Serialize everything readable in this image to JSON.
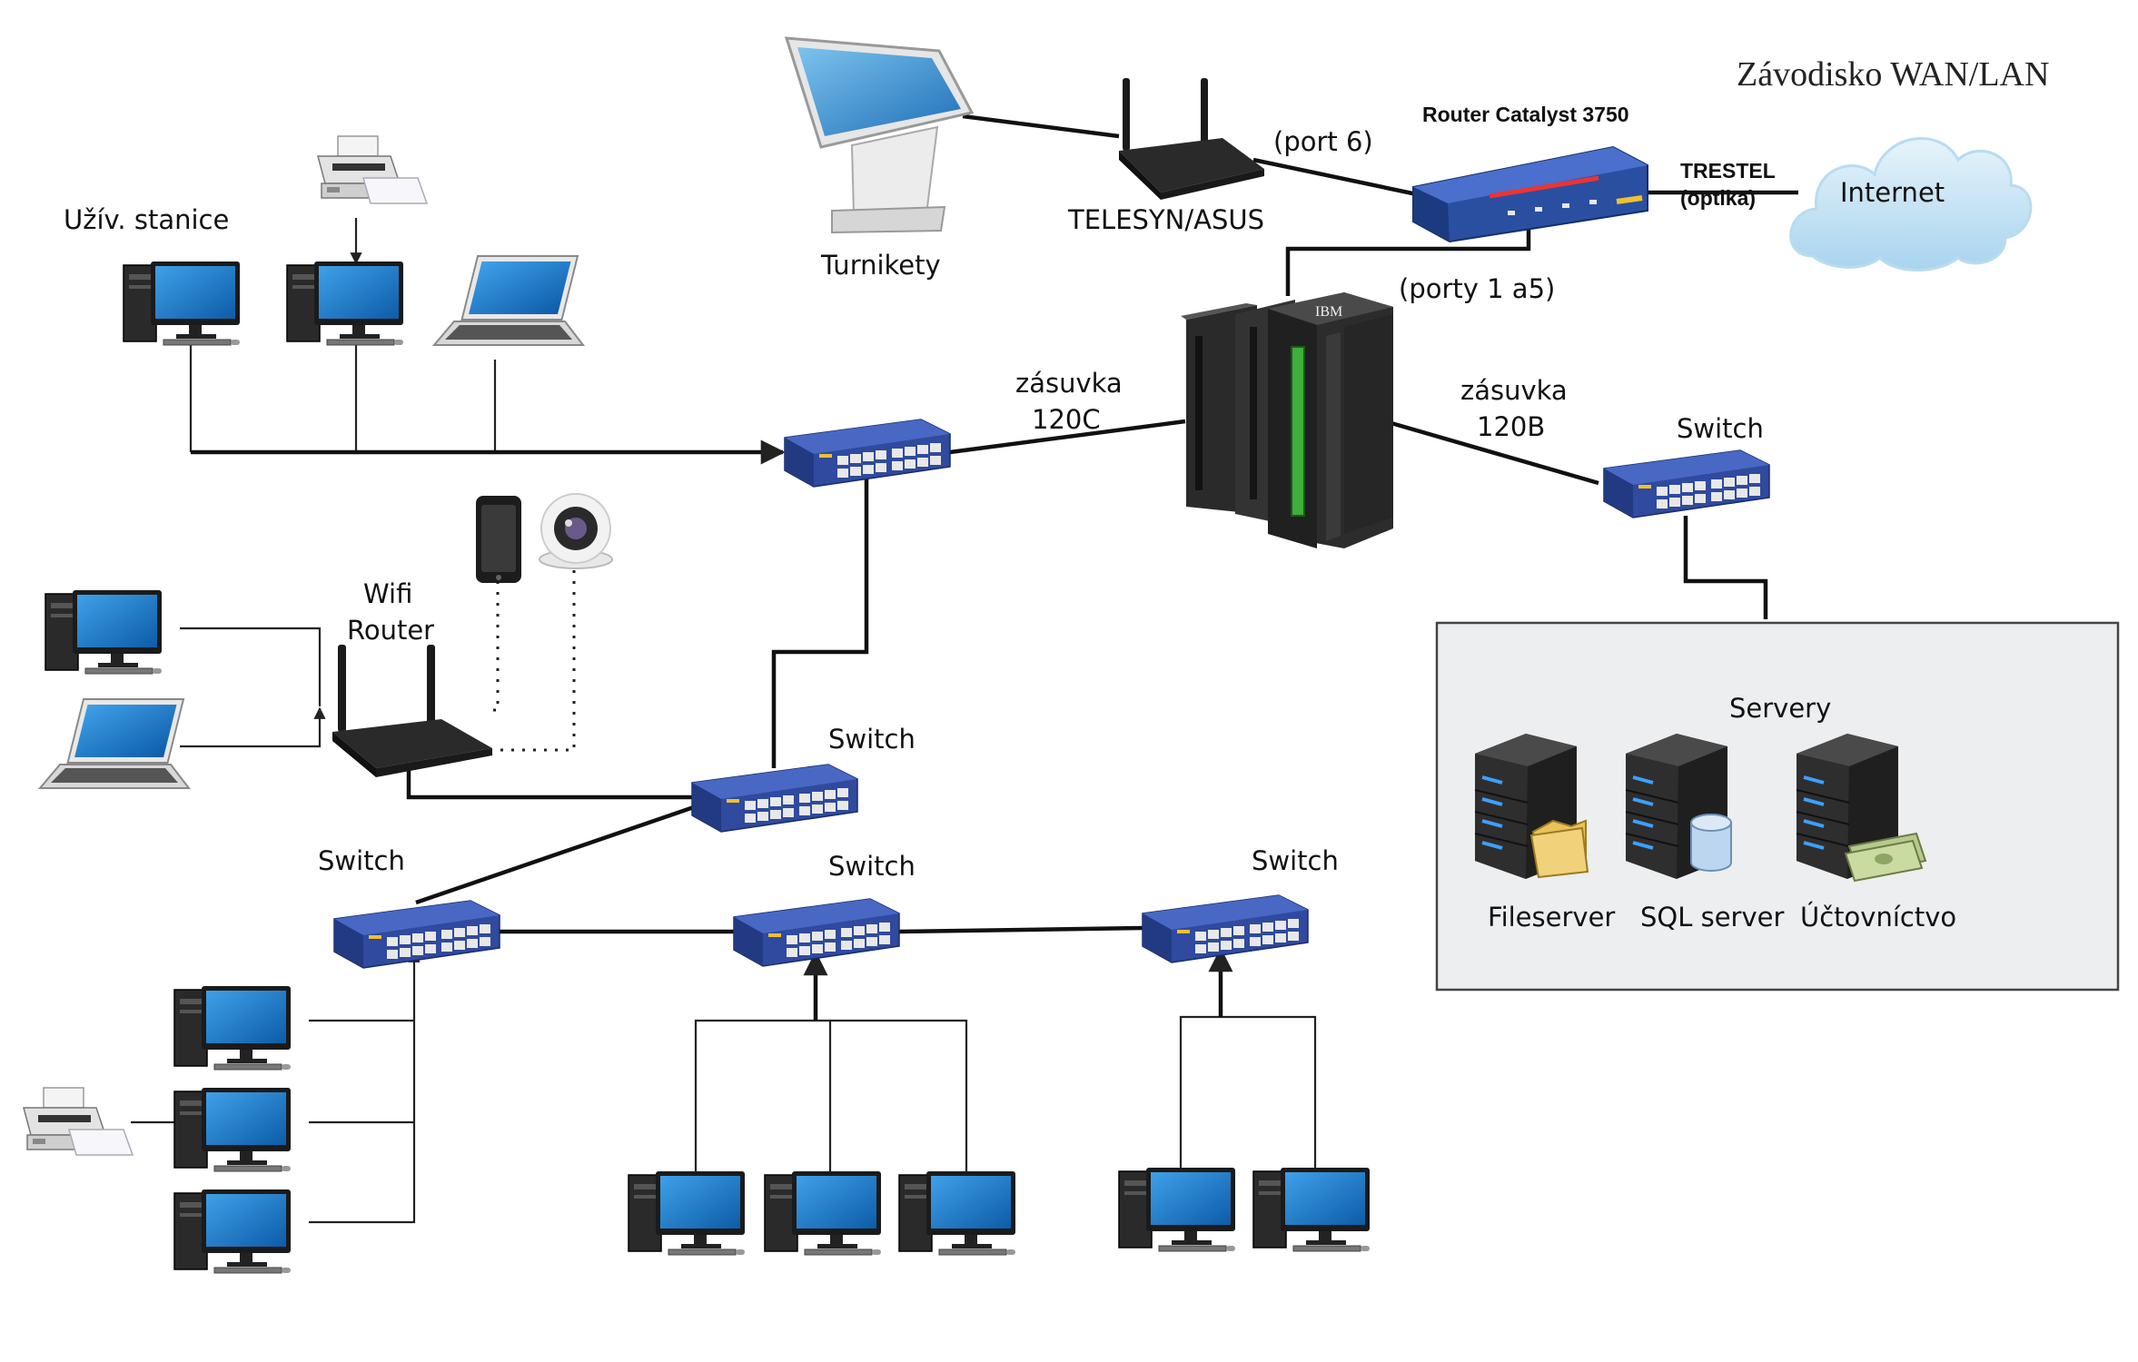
{
  "title": "Závodisko WAN/LAN",
  "labels": {
    "router_catalyst": "Router Catalyst 3750",
    "trestel": "TRESTEL",
    "optika": "(optika)",
    "internet": "Internet",
    "port6": "(port 6)",
    "telesyn": "TELESYN/ASUS",
    "turnikety": "Turnikety",
    "porty": "(porty 1 a5)",
    "ibm": "IBM",
    "uziv_stanice": "Užív. stanice",
    "zasuvka_c_1": "zásuvka",
    "zasuvka_c_2": "120C",
    "zasuvka_b_1": "zásuvka",
    "zasuvka_b_2": "120B",
    "switch": "Switch",
    "wifi_1": "Wifi",
    "wifi_2": "Router",
    "servery": "Servery",
    "fileserver": "Fileserver",
    "sql": "SQL server",
    "uctovnictvo": "Účtovníctvo"
  },
  "colors": {
    "switch_blue": "#2f4a9e",
    "screen_blue": "#1f78c8",
    "router_blue": "#2b4fa0",
    "cloud": "#c9e6f6",
    "server_dark": "#2c2c2c",
    "mainframe_green": "#3fae3a"
  },
  "icons": [
    "printer-icon",
    "desktop-pc-icon",
    "laptop-icon",
    "kiosk-icon",
    "wifi-router-icon",
    "network-router-icon",
    "cloud-icon",
    "mainframe-icon",
    "switch-icon",
    "smartphone-icon",
    "webcam-icon",
    "server-icon",
    "folder-icon",
    "database-icon",
    "money-icon"
  ]
}
